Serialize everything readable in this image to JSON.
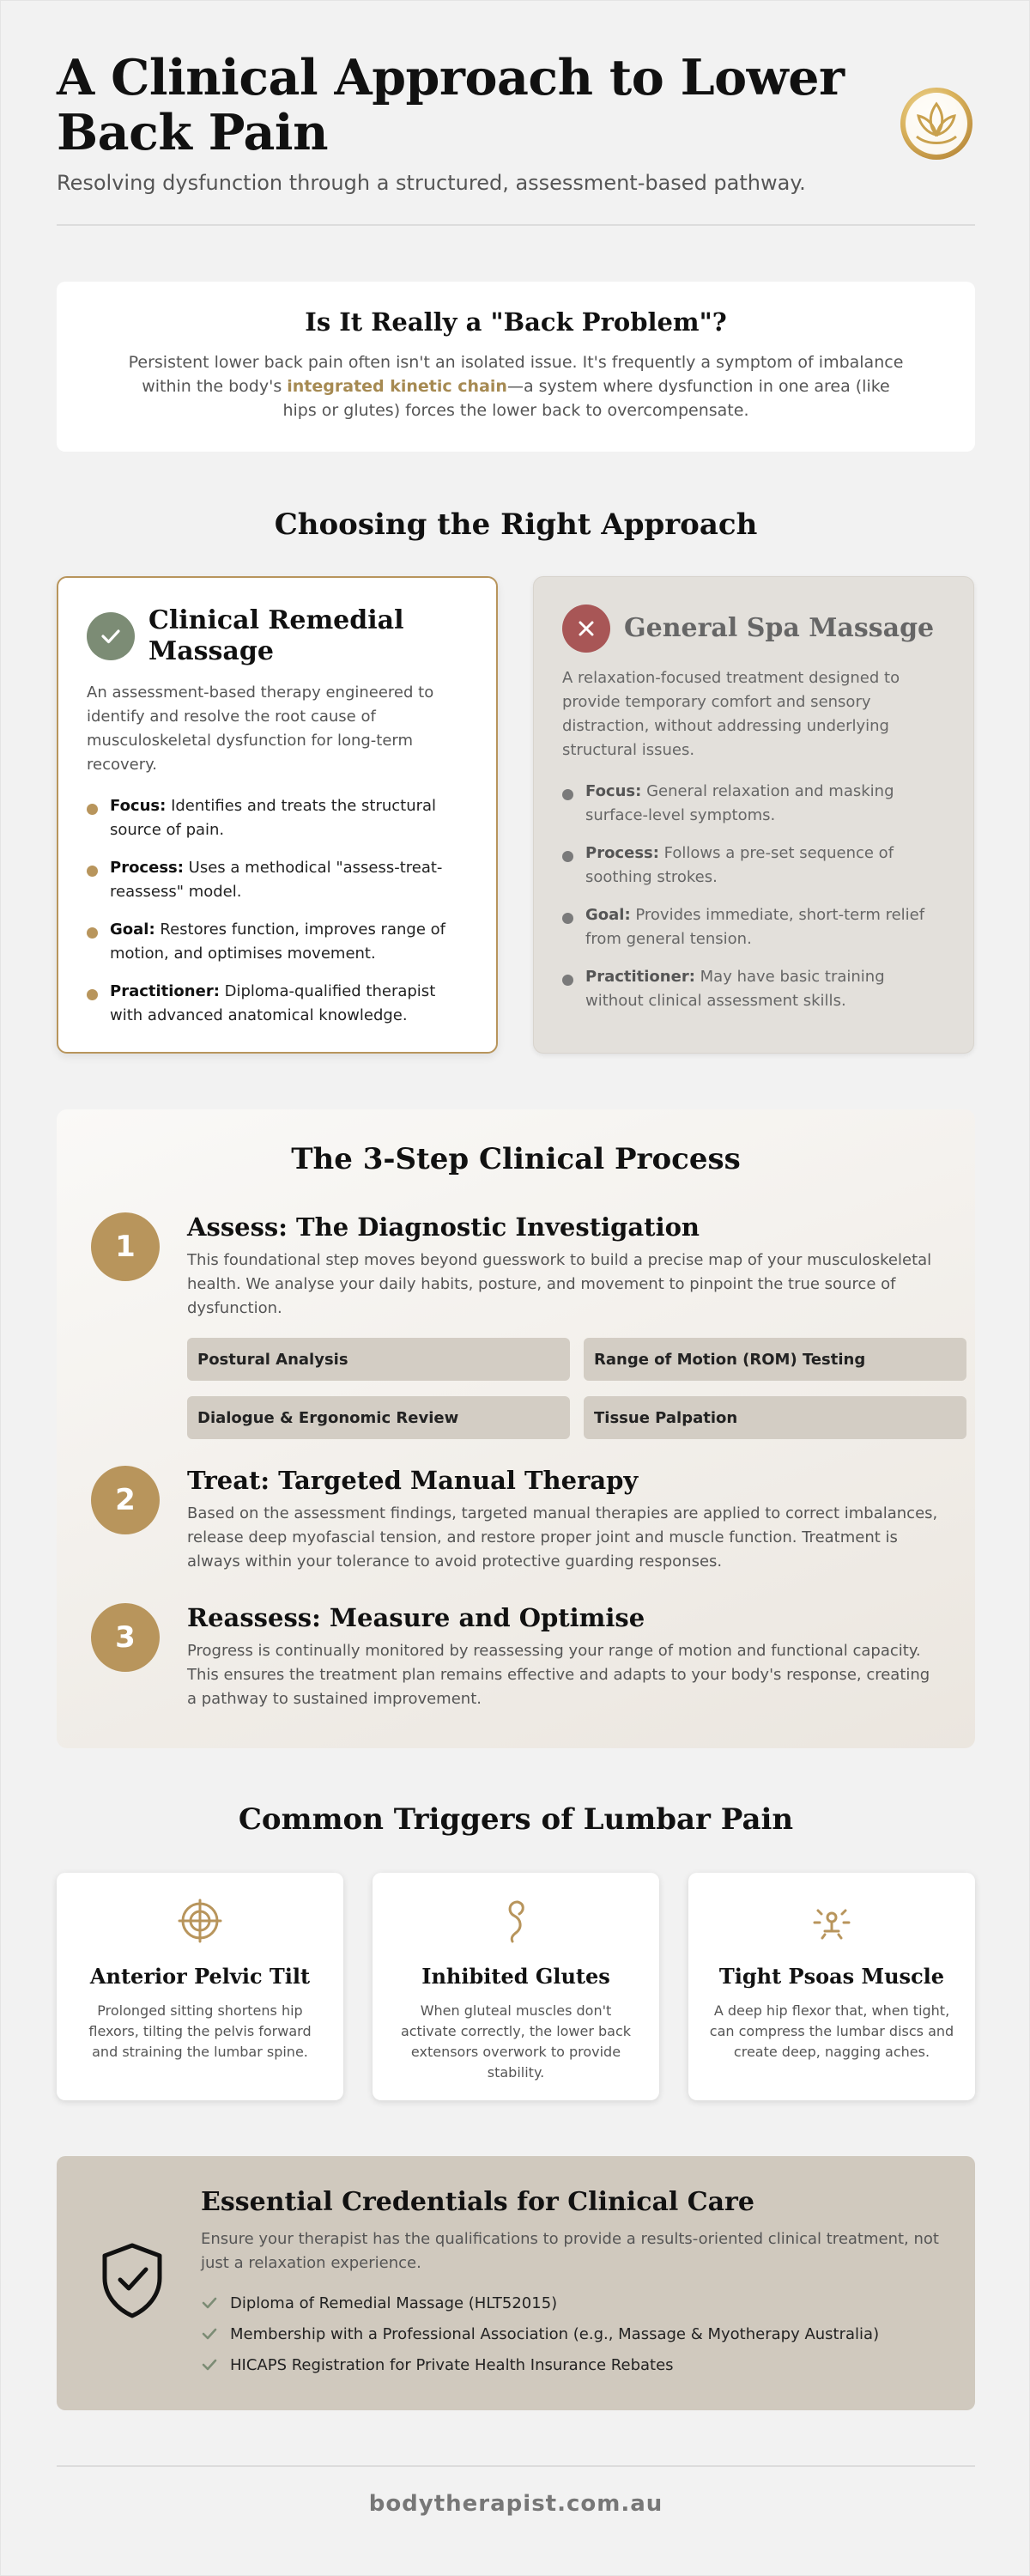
{
  "header": {
    "title": "A Clinical Approach to Lower Back Pain",
    "subtitle": "Resolving dysfunction through a structured, assessment-based pathway.",
    "logo": "lotus-logo-icon"
  },
  "intro": {
    "heading": "Is It Really a \"Back Problem\"?",
    "text_before": "Persistent lower back pain often isn't an isolated issue. It's frequently a symptom of imbalance within the body's ",
    "highlight": "integrated kinetic chain",
    "text_after": "—a system where dysfunction in one area (like hips or glutes) forces the lower back to overcompensate."
  },
  "comparison": {
    "heading": "Choosing the Right Approach",
    "clinical": {
      "icon": "check-icon",
      "title": "Clinical Remedial Massage",
      "description": "An assessment-based therapy engineered to identify and resolve the root cause of musculoskeletal dysfunction for long-term recovery.",
      "items": [
        {
          "label": "Focus:",
          "text": " Identifies and treats the structural source of pain."
        },
        {
          "label": "Process:",
          "text": " Uses a methodical \"assess-treat-reassess\" model."
        },
        {
          "label": "Goal:",
          "text": " Restores function, improves range of motion, and optimises movement."
        },
        {
          "label": "Practitioner:",
          "text": " Diploma-qualified therapist with advanced anatomical knowledge."
        }
      ]
    },
    "spa": {
      "icon": "cross-icon",
      "title": "General Spa Massage",
      "description": "A relaxation-focused treatment designed to provide temporary comfort and sensory distraction, without addressing underlying structural issues.",
      "items": [
        {
          "label": "Focus:",
          "text": " General relaxation and masking surface-level symptoms."
        },
        {
          "label": "Process:",
          "text": " Follows a pre-set sequence of soothing strokes."
        },
        {
          "label": "Goal:",
          "text": " Provides immediate, short-term relief from general tension."
        },
        {
          "label": "Practitioner:",
          "text": " May have basic training without clinical assessment skills."
        }
      ]
    }
  },
  "process": {
    "heading": "The 3-Step Clinical Process",
    "steps": [
      {
        "number": "1",
        "title": "Assess: The Diagnostic Investigation",
        "text": "This foundational step moves beyond guesswork to build a precise map of your musculoskeletal health. We analyse your daily habits, posture, and movement to pinpoint the true source of dysfunction.",
        "tags": [
          "Postural Analysis",
          "Range of Motion (ROM) Testing",
          "Dialogue & Ergonomic Review",
          "Tissue Palpation"
        ]
      },
      {
        "number": "2",
        "title": "Treat: Targeted Manual Therapy",
        "text": "Based on the assessment findings, targeted manual therapies are applied to correct imbalances, release deep myofascial tension, and restore proper joint and muscle function. Treatment is always within your tolerance to avoid protective guarding responses."
      },
      {
        "number": "3",
        "title": "Reassess: Measure and Optimise",
        "text": "Progress is continually monitored by reassessing your range of motion and functional capacity. This ensures the treatment plan remains effective and adapts to your body's response, creating a pathway to sustained improvement."
      }
    ]
  },
  "triggers": {
    "heading": "Common Triggers of Lumbar Pain",
    "items": [
      {
        "icon": "pelvis-target-icon",
        "title": "Anterior Pelvic Tilt",
        "text": "Prolonged sitting shortens hip flexors, tilting the pelvis forward and straining the lumbar spine."
      },
      {
        "icon": "glute-muscle-icon",
        "title": "Inhibited Glutes",
        "text": "When gluteal muscles don't activate correctly, the lower back extensors overwork to provide stability."
      },
      {
        "icon": "psoas-stretch-icon",
        "title": "Tight Psoas Muscle",
        "text": "A deep hip flexor that, when tight, can compress the lumbar discs and create deep, nagging aches."
      }
    ]
  },
  "credentials": {
    "icon": "shield-check-icon",
    "heading": "Essential Credentials for Clinical Care",
    "text": "Ensure your therapist has the qualifications to provide a results-oriented clinical treatment, not just a relaxation experience.",
    "items": [
      "Diploma of Remedial Massage (HLT52015)",
      "Membership with a Professional Association (e.g., Massage & Myotherapy Australia)",
      "HICAPS Registration for Private Health Insurance Rebates"
    ]
  },
  "footer": {
    "domain": "bodytherapist.com.au"
  },
  "colors": {
    "accent_gold": "#b8955c",
    "check_green": "#7c8c75",
    "cross_red": "#a85656",
    "background": "#f2f2f2"
  }
}
